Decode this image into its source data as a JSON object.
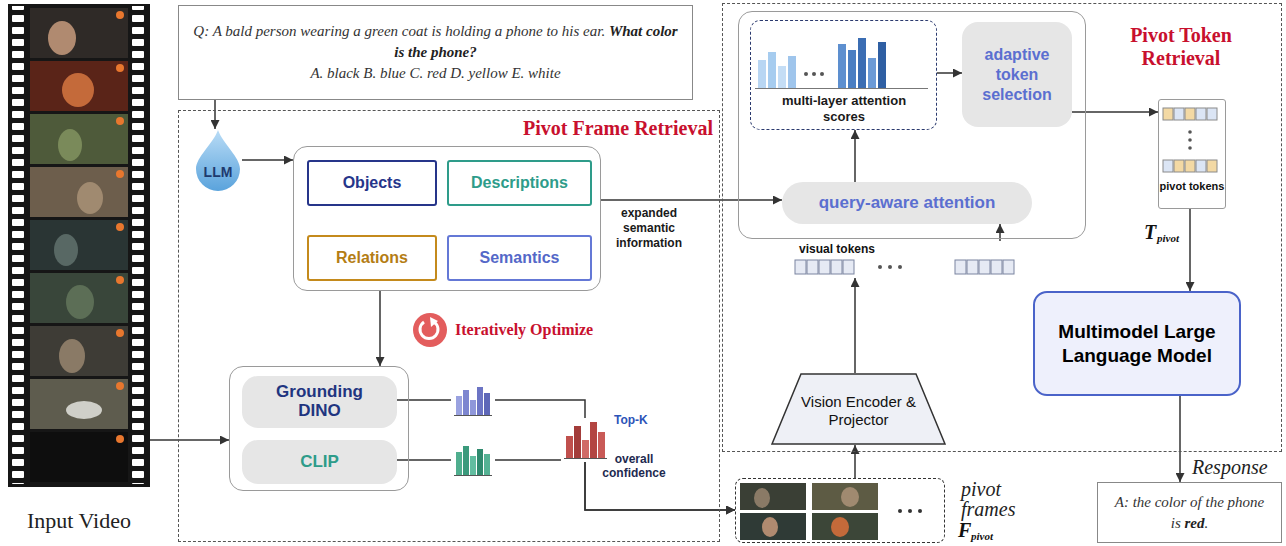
{
  "diagram": {
    "nodes": [
      {
        "text": [
          "Input Video"
        ]
      },
      {
        "text": [
          "Q: A bald person wearing a green coat is holding a phone to his ear.",
          "What color is the phone?",
          "A. black B. blue C. red D. yellow E. white"
        ]
      },
      {
        "text": [
          "Pivot Frame Retrieval"
        ]
      },
      {
        "text": [
          "LLM"
        ],
        "in": 2
      },
      {
        "text": [],
        "in": 2
      },
      {
        "text": [
          "Objects"
        ],
        "in": 4
      },
      {
        "text": [
          "Descriptions"
        ],
        "in": 4
      },
      {
        "text": [
          "Relations"
        ],
        "in": 4
      },
      {
        "text": [
          "Semantics"
        ],
        "in": 4
      },
      {
        "text": [],
        "in": 2
      },
      {
        "text": [
          "Grounding DINO"
        ],
        "in": 9
      },
      {
        "text": [
          "CLIP"
        ],
        "in": 9
      },
      {
        "text": [
          "pivot frames"
        ]
      },
      {
        "text": [
          "Pivot Token Retrieval"
        ]
      },
      {
        "text": [],
        "in": 13
      },
      {
        "text": [
          "multi-layer attention scores"
        ],
        "in": 14
      },
      {
        "text": [
          "adaptive token selection"
        ],
        "in": 14
      },
      {
        "text": [
          "query-aware attention"
        ],
        "in": 14
      },
      {
        "text": [
          "visual tokens"
        ],
        "in": 13
      },
      {
        "text": [
          "Vision Encoder & Projector"
        ],
        "in": 13
      },
      {
        "text": [
          "pivot tokens"
        ],
        "in": 13
      },
      {
        "text": [
          "Multimodel Large Language Model"
        ],
        "in": 13
      },
      {
        "text": [
          "A: the color of the phone is",
          "red",
          "."
        ]
      }
    ],
    "edges": [
      {
        "from": 1,
        "to": 3,
        "arrow": "to"
      },
      {
        "from": 3,
        "to": 4,
        "arrow": "to"
      },
      {
        "from": 4,
        "to": 9,
        "arrow": "to"
      },
      {
        "from": 0,
        "to": 9,
        "arrow": "to"
      },
      {
        "from": 10,
        "to": 12,
        "arrow": "to"
      },
      {
        "from": 11,
        "to": 12,
        "arrow": "to"
      },
      {
        "from": 12,
        "to": 19,
        "arrow": "to"
      },
      {
        "from": 19,
        "to": 18,
        "arrow": "to"
      },
      {
        "from": 18,
        "to": 17,
        "arrow": "to"
      },
      {
        "from": 4,
        "to": 17,
        "label": "expanded semantic information",
        "arrow": "to"
      },
      {
        "from": 17,
        "to": 15,
        "arrow": "to"
      },
      {
        "from": 15,
        "to": 16,
        "arrow": "to"
      },
      {
        "from": 16,
        "to": 20,
        "arrow": "to"
      },
      {
        "from": 20,
        "to": 21,
        "arrow": "to"
      },
      {
        "from": 21,
        "to": 22,
        "arrow": "to"
      }
    ],
    "labels": [
      "Iteratively Optimize",
      "Top-K",
      "overall confidence",
      "F",
      "pivot",
      "T",
      "pivot",
      "Response"
    ]
  }
}
